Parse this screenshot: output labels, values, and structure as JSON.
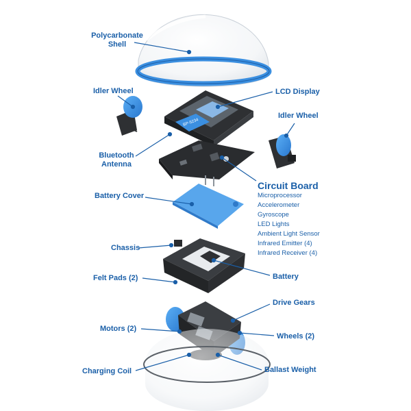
{
  "labels": {
    "polycarbonate_shell": "Polycarbonate\nShell",
    "lcd_display": "LCD Display",
    "idler_wheel_left": "Idler Wheel",
    "idler_wheel_right": "Idler Wheel",
    "bluetooth_antenna": "Bluetooth\nAntenna",
    "circuit_board": "Circuit Board",
    "battery_cover": "Battery Cover",
    "chassis": "Chassis",
    "felt_pads": "Felt Pads (2)",
    "battery": "Battery",
    "drive_gears": "Drive Gears",
    "motors": "Motors (2)",
    "wheels": "Wheels (2)",
    "charging_coil": "Charging Coil",
    "ballast_weight": "Ballast Weight"
  },
  "circuit_board_components": [
    "Microprocessor",
    "Accelerometer",
    "Gyroscope",
    "LED Lights",
    "Ambient Light Sensor",
    "Infrared Emitter (4)",
    "Infrared Receiver (4)"
  ],
  "lcd_text": "BP-5234",
  "colors": {
    "label": "#1a5fa8",
    "accent": "#3b8fe0",
    "dark_part": "#2e3033"
  }
}
